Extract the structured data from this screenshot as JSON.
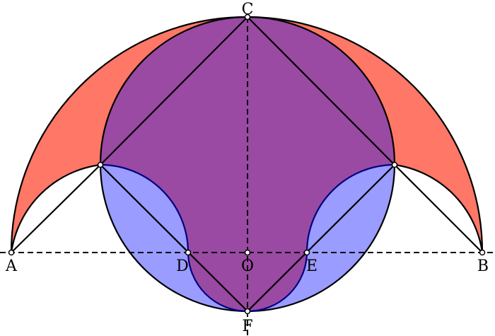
{
  "labels": {
    "A": "A",
    "B": "B",
    "C": "C",
    "D": "D",
    "E": "E",
    "F": "F",
    "O": "O"
  },
  "colors": {
    "red_lune": "#ff7766",
    "purple_disk": "#9a4aa3",
    "blue_region": "#9a9cff",
    "blue_outline": "#000080",
    "stroke": "#000000",
    "point_fill": "#ffffff"
  }
}
